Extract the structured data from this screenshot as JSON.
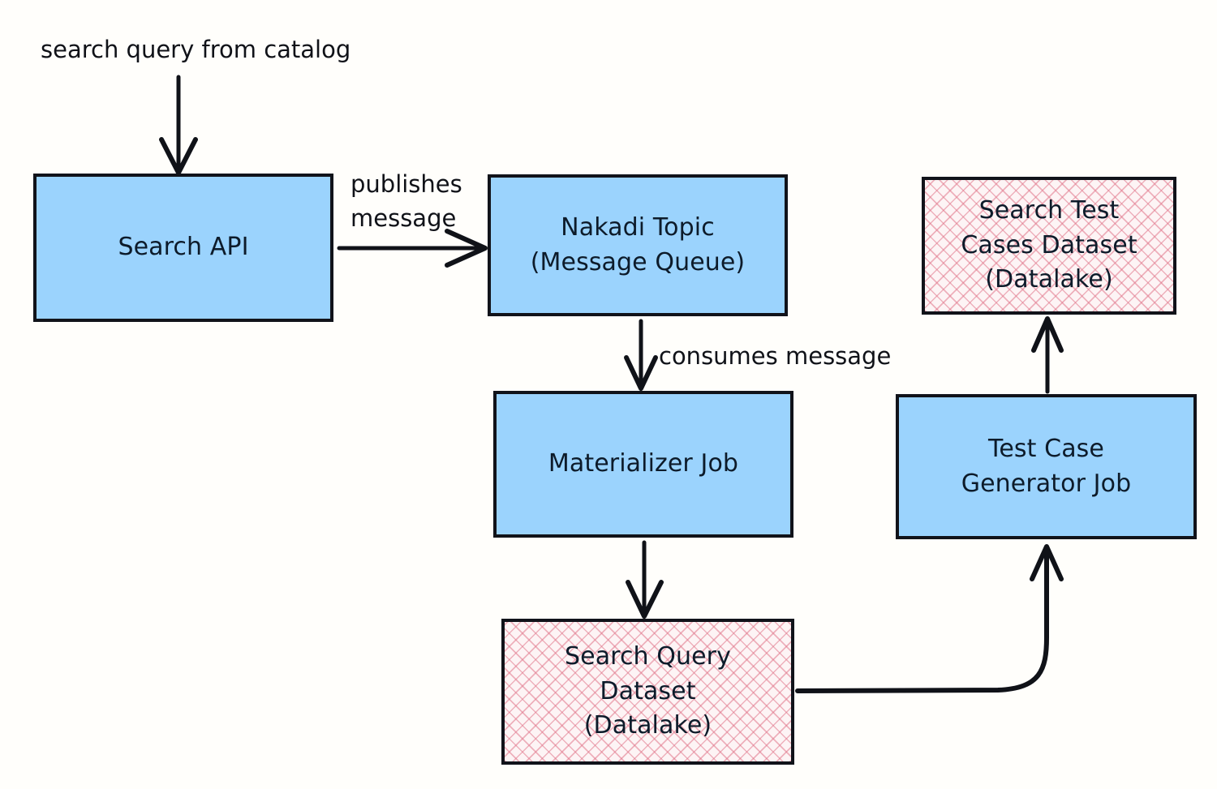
{
  "diagram": {
    "type": "flowchart",
    "background_color": "#fffefb",
    "process_fill": "#9bd3fd",
    "datastore_fill": "#fdf4f5",
    "datastore_hatch_color": "#e1788c",
    "stroke_color": "#11131a",
    "text_color": "#0d1b2a",
    "caption": "search query from catalog",
    "nodes": [
      {
        "id": "search-api",
        "label": "Search API",
        "kind": "process"
      },
      {
        "id": "nakadi-topic",
        "label": "Nakadi Topic\n(Message Queue)",
        "kind": "process"
      },
      {
        "id": "search-test-cases-dataset",
        "label": "Search Test\nCases Dataset\n(Datalake)",
        "kind": "datastore"
      },
      {
        "id": "materializer-job",
        "label": "Materializer Job",
        "kind": "process"
      },
      {
        "id": "test-case-generator-job",
        "label": "Test Case\nGenerator Job",
        "kind": "process"
      },
      {
        "id": "search-query-dataset",
        "label": "Search Query\nDataset\n(Datalake)",
        "kind": "datastore"
      }
    ],
    "edges": [
      {
        "id": "catalog-to-search-api",
        "label": ""
      },
      {
        "id": "search-api-to-nakadi",
        "label": "publishes\nmessage"
      },
      {
        "id": "nakadi-to-materializer",
        "label": "consumes message"
      },
      {
        "id": "materializer-to-query-dataset",
        "label": ""
      },
      {
        "id": "query-dataset-to-generator",
        "label": ""
      },
      {
        "id": "generator-to-test-cases-dataset",
        "label": ""
      }
    ]
  }
}
